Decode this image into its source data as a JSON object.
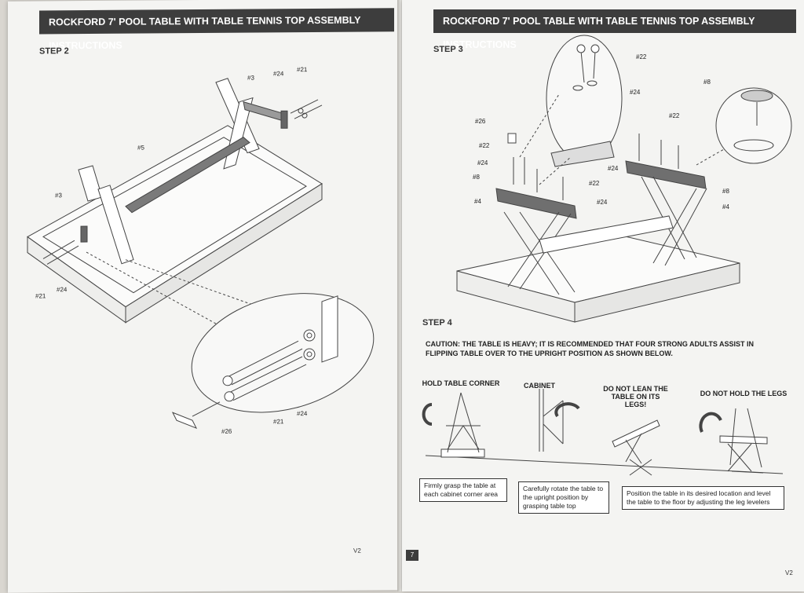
{
  "left_page": {
    "header": "ROCKFORD 7' POOL TABLE WITH TABLE TENNIS TOP ASSEMBLY INSTRUCTIONS",
    "step": "STEP 2",
    "part_labels": [
      "#3",
      "#24",
      "#21",
      "#5",
      "#3",
      "#21",
      "#24",
      "#21",
      "#24",
      "#26"
    ],
    "version": "V2"
  },
  "right_page": {
    "header": "ROCKFORD 7' POOL TABLE WITH TABLE TENNIS TOP ASSEMBLY INSTRUCTIONS",
    "step3": "STEP 3",
    "part_labels": [
      "#22",
      "#24",
      "#8",
      "#26",
      "#22",
      "#22",
      "#24",
      "#8",
      "#4",
      "#22",
      "#24",
      "#24",
      "#8",
      "#4"
    ],
    "step4": "STEP 4",
    "caution": "CAUTION: THE TABLE IS HEAVY; IT IS RECOMMENDED THAT FOUR STRONG ADULTS ASSIST IN FLIPPING TABLE OVER TO THE UPRIGHT POSITION AS SHOWN BELOW.",
    "positions": [
      {
        "label": "HOLD TABLE CORNER"
      },
      {
        "label": "CABINET"
      },
      {
        "label": "DO NOT LEAN THE TABLE ON ITS LEGS!"
      },
      {
        "label": "DO NOT HOLD THE LEGS"
      }
    ],
    "descriptions": [
      "Firmly grasp the table at each cabinet corner area",
      "Carefully rotate the table to the upright position by grasping table top",
      "Position the table in its desired location and level the table to the floor by adjusting the leg levelers"
    ],
    "page_number": "7",
    "version": "V2"
  }
}
